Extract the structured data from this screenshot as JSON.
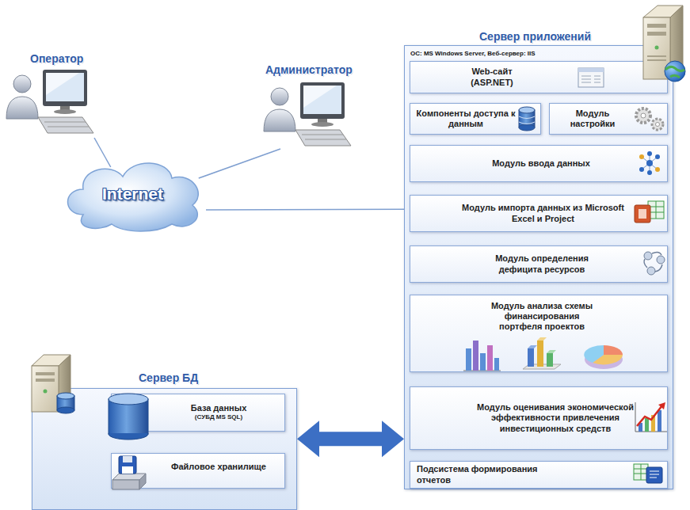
{
  "diagram": {
    "nodes": [
      {
        "text": [
          "Оператор"
        ]
      },
      {
        "text": [
          "Администратор"
        ]
      },
      {
        "text": [
          "Сервер приложений",
          "ОС: MS Windows Server, Веб-сервер: IIS"
        ]
      },
      {
        "text": [
          "Web-сайт (ASP.NET)"
        ],
        "in": 2
      },
      {
        "text": [
          "Компоненты доступа к данным"
        ],
        "in": 2
      },
      {
        "text": [
          "Модуль настройки"
        ],
        "in": 2
      },
      {
        "text": [
          "Модуль ввода данных"
        ],
        "in": 2
      },
      {
        "text": [
          "Модуль импорта данных из Microsoft Excel и Project"
        ],
        "in": 2
      },
      {
        "text": [
          "Модуль определения дефицита ресурсов"
        ],
        "in": 2
      },
      {
        "text": [
          "Модуль анализа схемы финансирования портфеля проектов"
        ],
        "in": 2
      },
      {
        "text": [
          "Модуль оценивания экономической эффективности привлечения инвестиционных средств"
        ],
        "in": 2
      },
      {
        "text": [
          "Подсистема формирования отчетов"
        ],
        "in": 2
      },
      {
        "text": [
          "Internet"
        ]
      },
      {
        "text": [
          "Сервер БД"
        ]
      },
      {
        "text": [
          "База данных",
          "(СУБД MS SQL)"
        ],
        "in": 13
      },
      {
        "text": [
          "Файловое хранилище"
        ],
        "in": 13
      }
    ],
    "edges": [
      {
        "from": 0,
        "to": 12,
        "arrow": "none"
      },
      {
        "from": 1,
        "to": 12,
        "arrow": "none"
      },
      {
        "from": 12,
        "to": 2,
        "arrow": "none"
      },
      {
        "from": 13,
        "to": 2,
        "arrow": "both"
      }
    ]
  }
}
